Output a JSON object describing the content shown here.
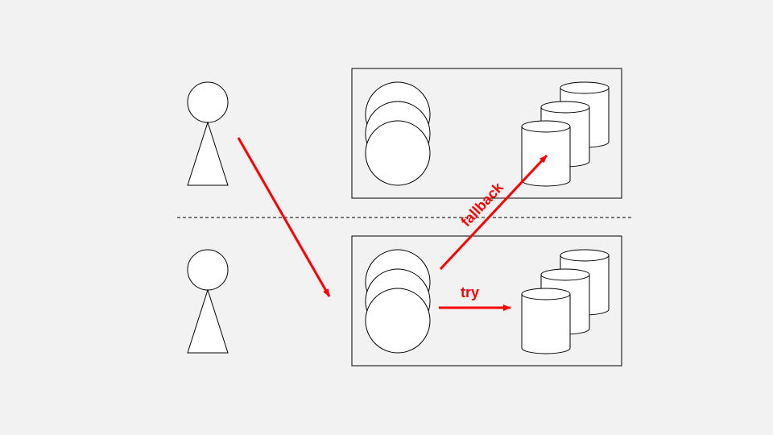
{
  "colors": {
    "background": "#f2f2f2",
    "stroke": "#000000",
    "shape_fill": "#ffffff",
    "arrow": "#ff0000"
  },
  "labels": {
    "try": "try",
    "fallback": "fallback"
  },
  "regions": [
    {
      "name": "upper-region",
      "users": 1,
      "server_stack": 3,
      "database_stack": 3
    },
    {
      "name": "lower-region",
      "users": 1,
      "server_stack": 3,
      "database_stack": 3
    }
  ],
  "connections": [
    {
      "from": "upper-user",
      "to": "lower-servers",
      "label": ""
    },
    {
      "from": "lower-servers",
      "to": "lower-databases",
      "label": "try"
    },
    {
      "from": "lower-servers",
      "to": "upper-databases",
      "label": "fallback"
    }
  ]
}
